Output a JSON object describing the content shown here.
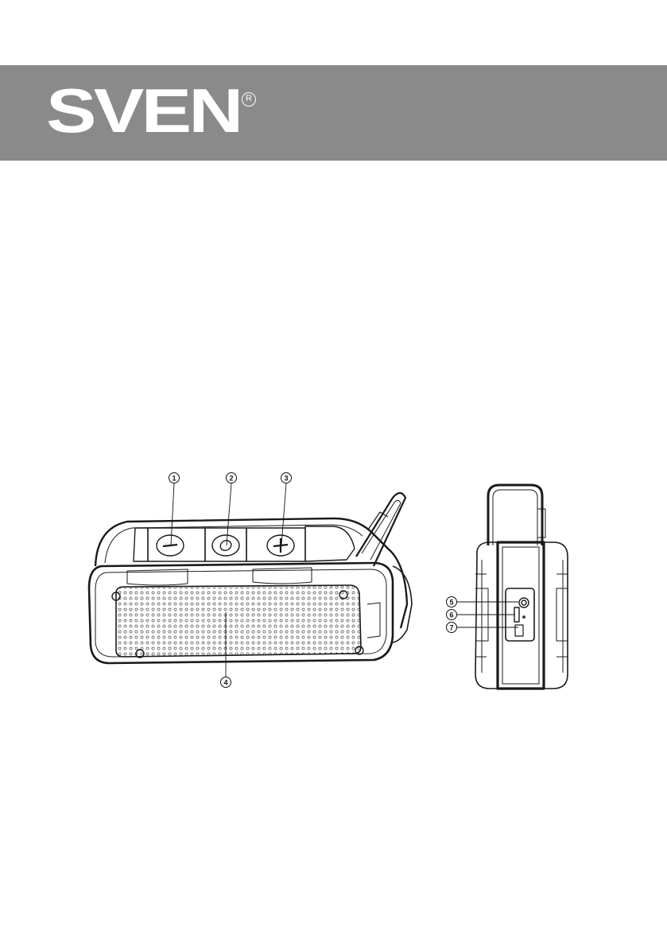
{
  "brand": {
    "logo_text": "SVEN",
    "registered_mark": "R"
  },
  "diagram": {
    "front_view_callouts": [
      "1",
      "2",
      "3",
      "4"
    ],
    "side_view_callouts": [
      "5",
      "6",
      "7"
    ]
  }
}
